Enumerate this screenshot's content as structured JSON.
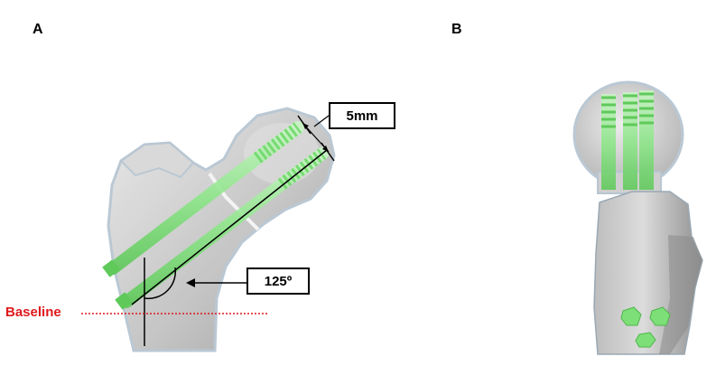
{
  "panels": {
    "a_label": "A",
    "b_label": "B"
  },
  "annotations": {
    "screw_spacing": "5mm",
    "angle": "125º",
    "baseline": "Baseline"
  },
  "colors": {
    "bone_fill": "#c9c9c9",
    "bone_edge": "#a9b9c6",
    "screw_green": "#8ee68a",
    "screw_green_dark": "#5fc95a",
    "baseline_red": "#e0191c",
    "line_black": "#000000"
  },
  "icons": {
    "screw_head": "hex-screw-head-icon",
    "arrow": "left-arrow-icon"
  }
}
